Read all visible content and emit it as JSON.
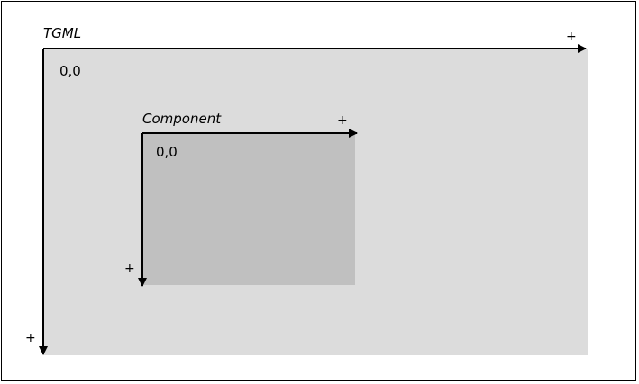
{
  "outer": {
    "title": "TGML",
    "origin": "0,0",
    "x_sign": "+",
    "y_sign": "+"
  },
  "inner": {
    "title": "Component",
    "origin": "0,0",
    "x_sign": "+",
    "y_sign": "+"
  },
  "colors": {
    "outer_fill": "#dcdcdc",
    "inner_fill": "#c0c0c0",
    "axis": "#000000"
  }
}
